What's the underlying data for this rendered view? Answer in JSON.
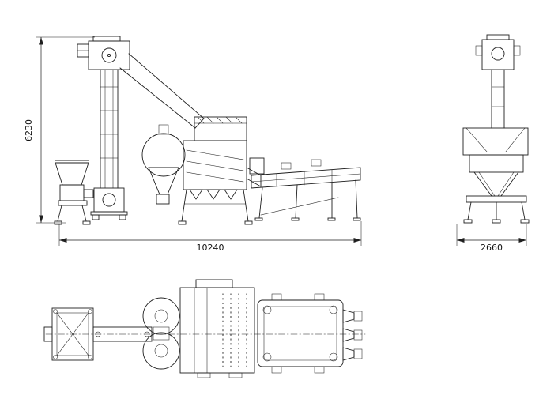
{
  "dimensions": {
    "height": "6230",
    "length": "10240",
    "width": "2660"
  }
}
